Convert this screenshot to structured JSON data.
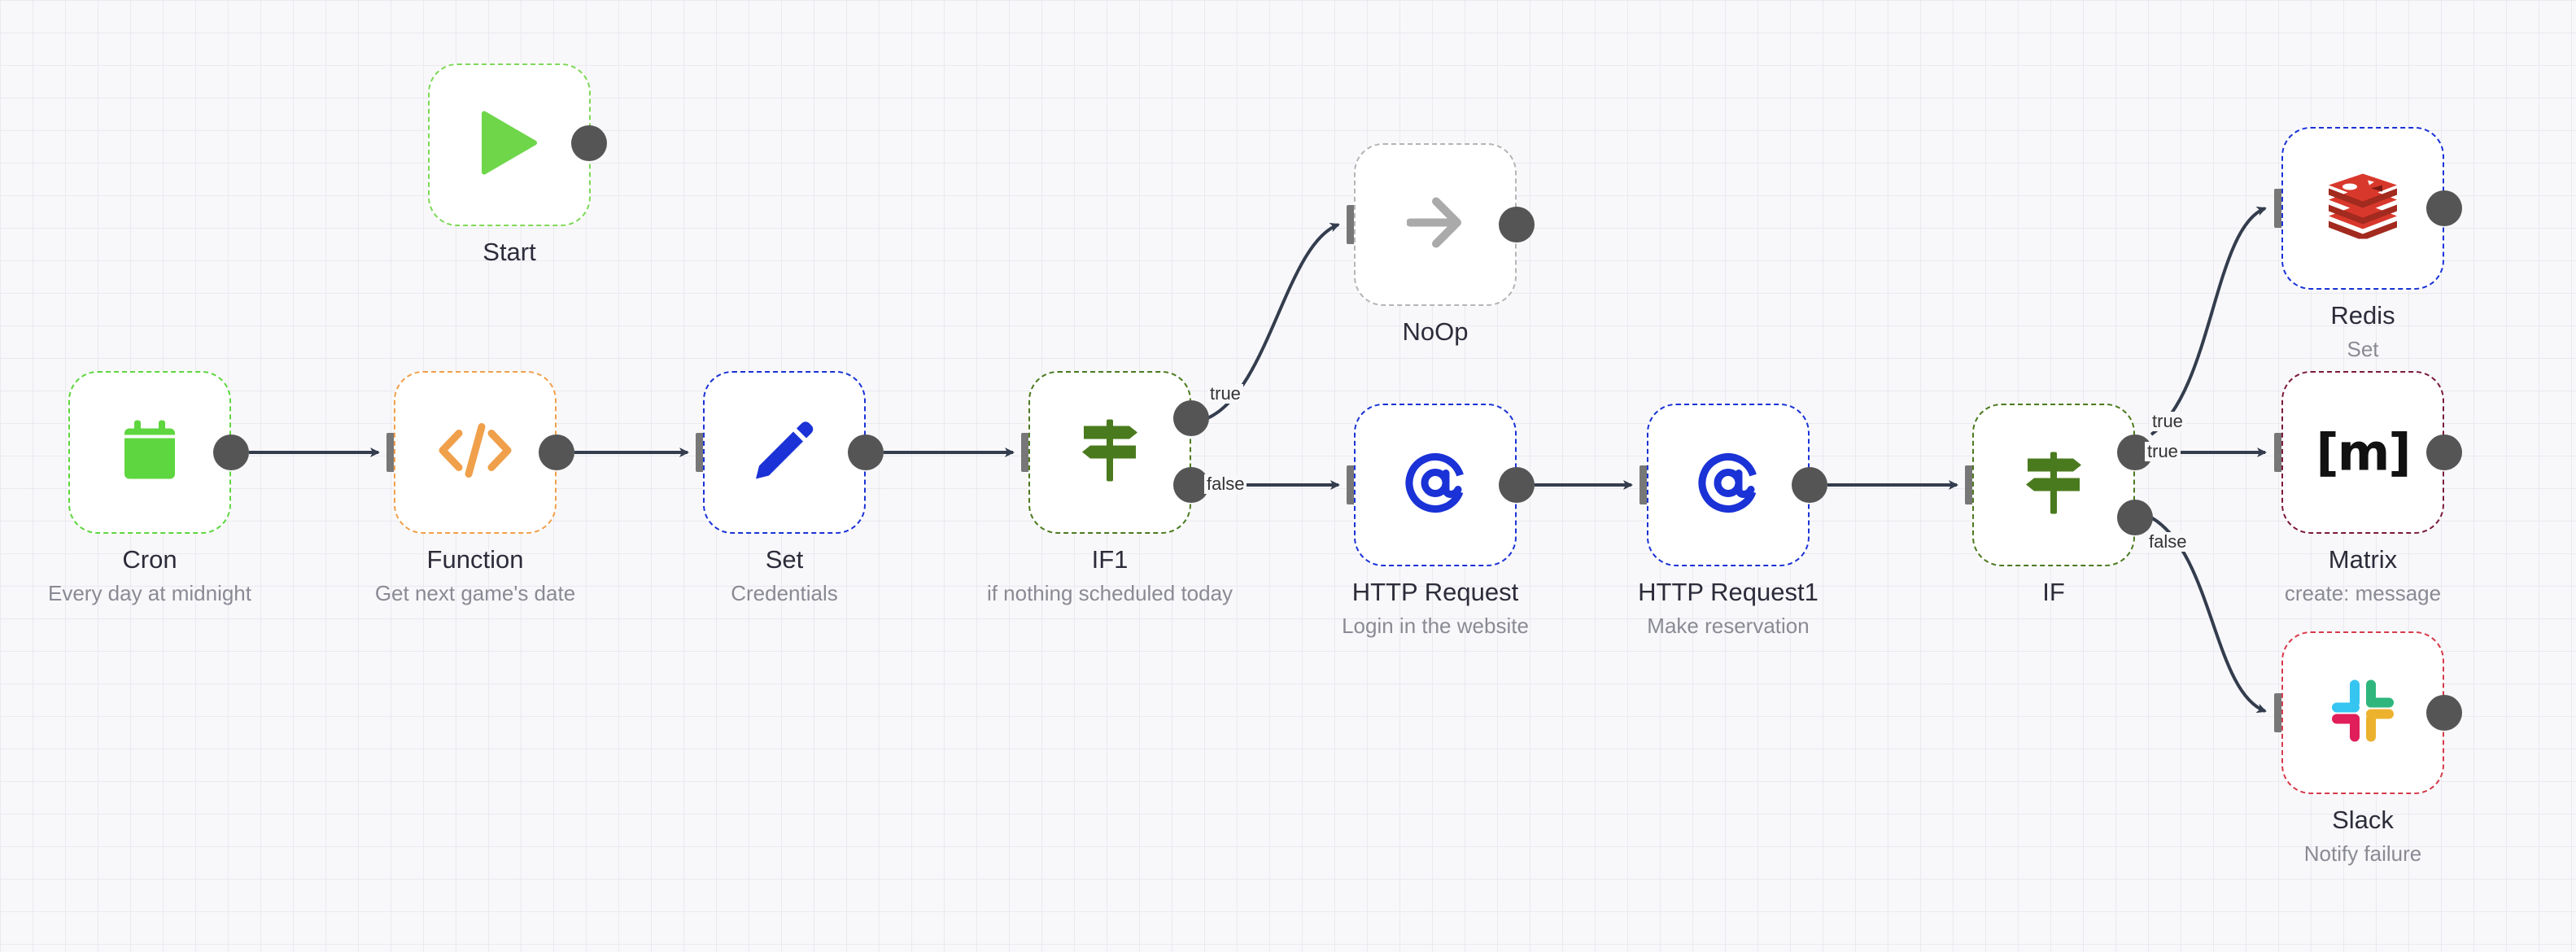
{
  "nodes": {
    "start": {
      "title": "Start",
      "subtitle": "",
      "color": "#7ed957",
      "icon": "play-icon"
    },
    "cron": {
      "title": "Cron",
      "subtitle": "Every day at midnight",
      "color": "#5ed63f",
      "icon": "calendar-icon"
    },
    "function": {
      "title": "Function",
      "subtitle": "Get next game's date",
      "color": "#f0a04b",
      "icon": "code-icon"
    },
    "set": {
      "title": "Set",
      "subtitle": "Credentials",
      "color": "#1a32d6",
      "icon": "pen-icon"
    },
    "if1": {
      "title": "IF1",
      "subtitle": "if nothing scheduled today",
      "color": "#4a7a1e",
      "icon": "signpost-icon"
    },
    "noop": {
      "title": "NoOp",
      "subtitle": "",
      "color": "#b5b5b5",
      "icon": "arrow-right-icon"
    },
    "http": {
      "title": "HTTP Request",
      "subtitle": "Login in the website",
      "color": "#1a32d6",
      "icon": "at-icon"
    },
    "http1": {
      "title": "HTTP Request1",
      "subtitle": "Make reservation",
      "color": "#1a32d6",
      "icon": "at-icon"
    },
    "if": {
      "title": "IF",
      "subtitle": "",
      "color": "#4a7a1e",
      "icon": "signpost-icon"
    },
    "redis": {
      "title": "Redis",
      "subtitle": "Set",
      "color": "#1a32d6",
      "icon": "redis-icon"
    },
    "matrix": {
      "title": "Matrix",
      "subtitle": "create: message",
      "color": "#7a1a3a",
      "icon": "matrix-icon"
    },
    "slack": {
      "title": "Slack",
      "subtitle": "Notify failure",
      "color": "#d63a4a",
      "icon": "slack-icon"
    }
  },
  "edge_labels": {
    "if1_true": "true",
    "if1_false": "false",
    "if_true_redis": "true",
    "if_true_matrix": "true",
    "if_false": "false"
  },
  "matrix_glyph": "[m]",
  "colors": {
    "edge": "#333d4d",
    "port": "#555555",
    "canvas": "#f8f8fb"
  }
}
